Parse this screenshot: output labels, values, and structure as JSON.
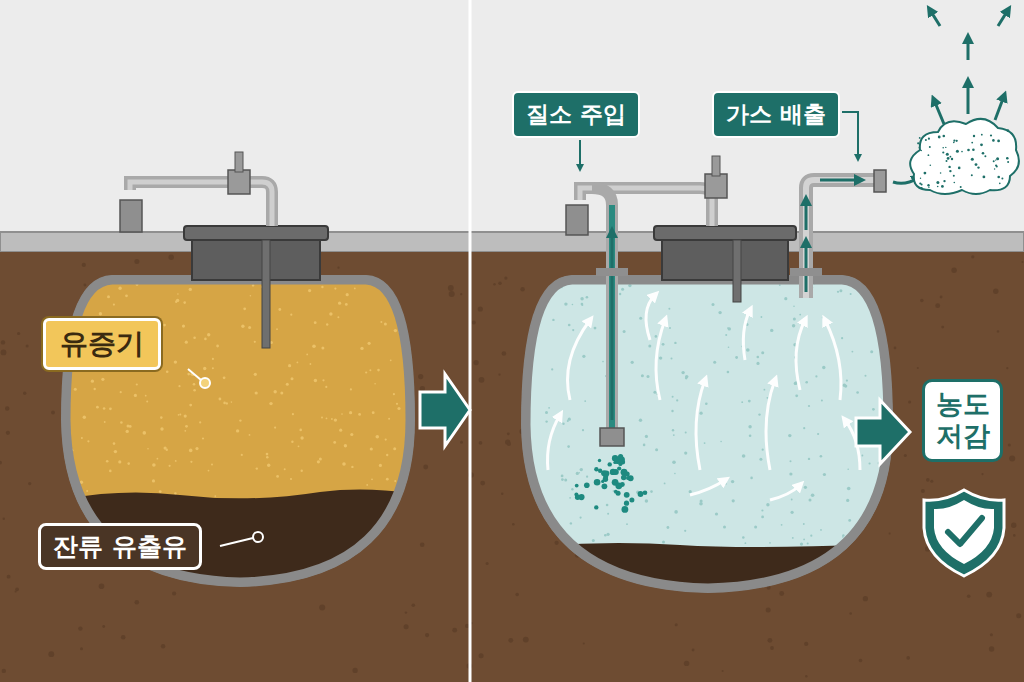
{
  "diagram": {
    "nodes": [
      {
        "text": [
          "유증기"
        ]
      },
      {
        "text": [
          "잔류 유출유"
        ]
      },
      {
        "text": [
          "질소 주입"
        ]
      },
      {
        "text": [
          "가스 배출"
        ]
      },
      {
        "text": [
          "농도 저감"
        ]
      }
    ]
  }
}
